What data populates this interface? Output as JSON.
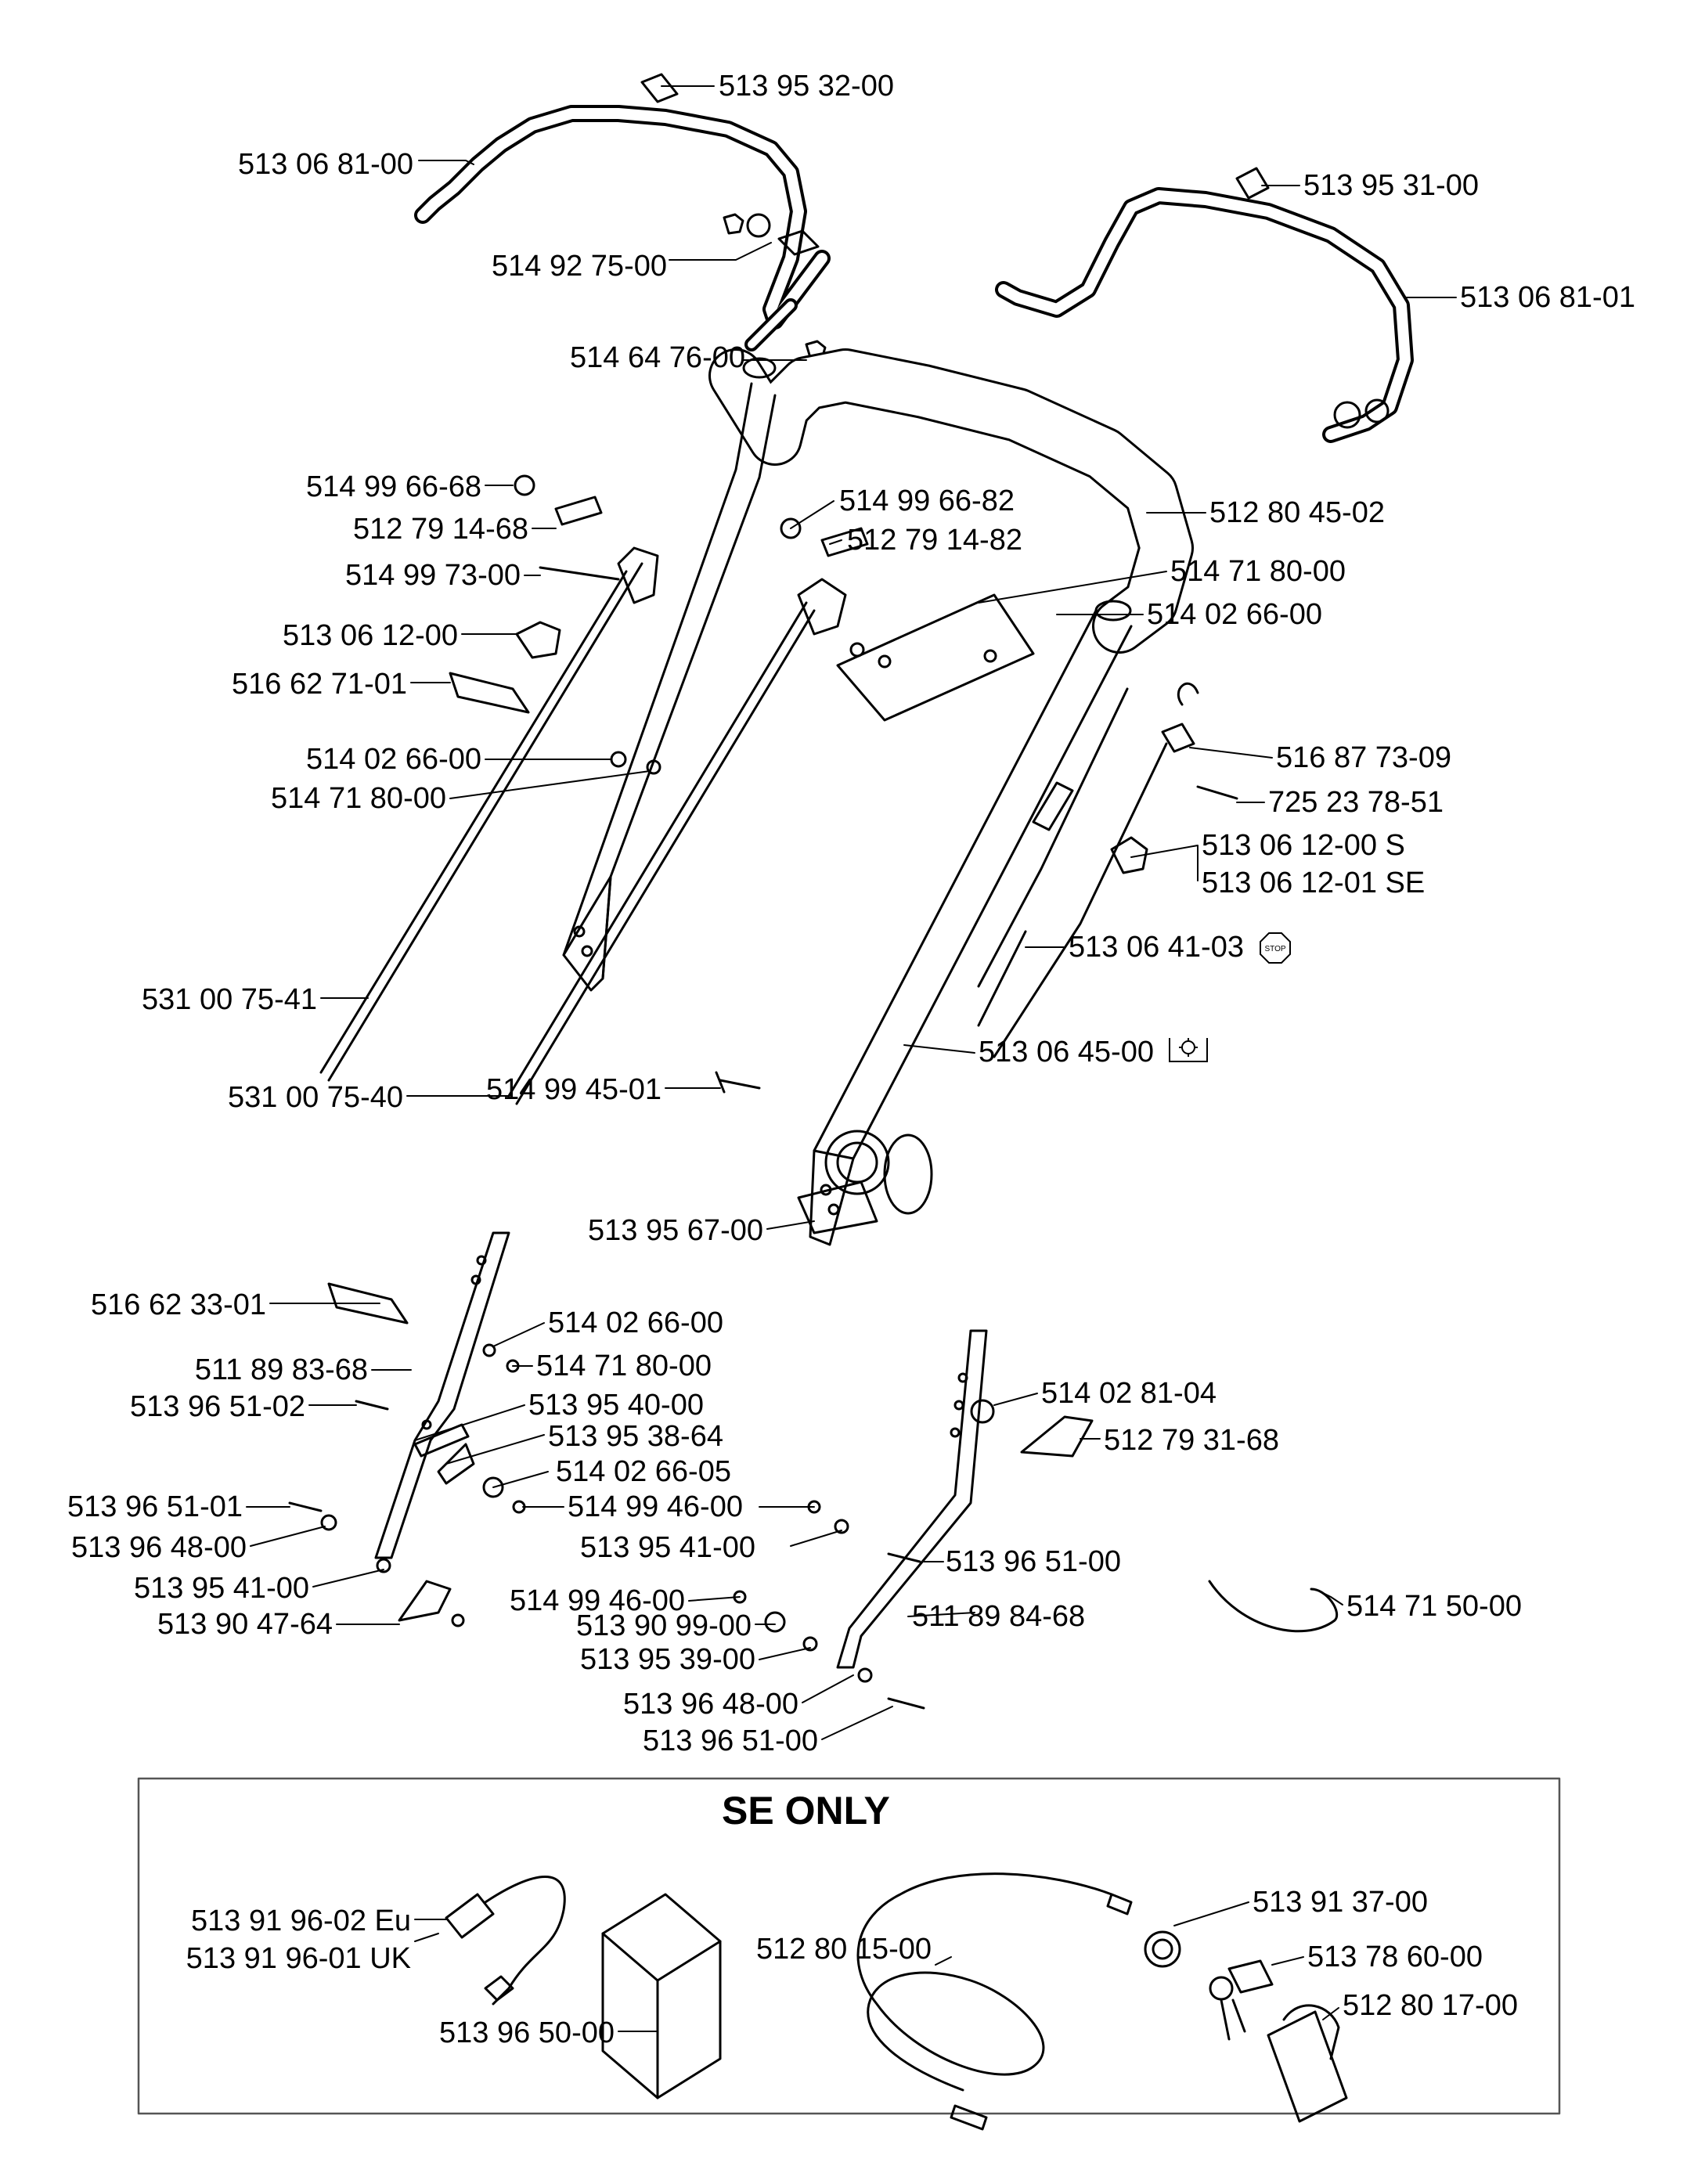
{
  "diagram": {
    "section_title": "SE ONLY",
    "stop_symbol_text": "STOP",
    "colors": {
      "line": "#000000",
      "background": "#ffffff",
      "box_border": "#555555"
    },
    "callouts": [
      {
        "id": "c01",
        "part": "513 95 32-00"
      },
      {
        "id": "c02",
        "part": "513 06 81-00"
      },
      {
        "id": "c03",
        "part": "514 92 75-00"
      },
      {
        "id": "c04",
        "part": "514 64 76-00"
      },
      {
        "id": "c05",
        "part": "513 95 31-00"
      },
      {
        "id": "c06",
        "part": "513 06 81-01"
      },
      {
        "id": "c07",
        "part": "514 99 66-68"
      },
      {
        "id": "c08",
        "part": "512 79 14-68"
      },
      {
        "id": "c09",
        "part": "514 99 73-00"
      },
      {
        "id": "c10",
        "part": "513 06 12-00"
      },
      {
        "id": "c11",
        "part": "516 62 71-01"
      },
      {
        "id": "c12",
        "part": "514 02 66-00"
      },
      {
        "id": "c13",
        "part": "514 71 80-00"
      },
      {
        "id": "c14",
        "part": "531 00 75-41"
      },
      {
        "id": "c15",
        "part": "531 00 75-40"
      },
      {
        "id": "c16",
        "part": "514 99 45-01"
      },
      {
        "id": "c17",
        "part": "514 99 66-82"
      },
      {
        "id": "c18",
        "part": "512 79 14-82"
      },
      {
        "id": "c19",
        "part": "512 80 45-02"
      },
      {
        "id": "c20",
        "part": "514 71 80-00"
      },
      {
        "id": "c21",
        "part": "514 02 66-00"
      },
      {
        "id": "c22",
        "part": "516 87 73-09"
      },
      {
        "id": "c23",
        "part": "725 23 78-51"
      },
      {
        "id": "c24",
        "part": "513 06 12-00 S"
      },
      {
        "id": "c25",
        "part": "513 06 12-01 SE"
      },
      {
        "id": "c26",
        "part": "513 06 41-03"
      },
      {
        "id": "c27",
        "part": "513 06 45-00"
      },
      {
        "id": "c28",
        "part": "513 95 67-00"
      },
      {
        "id": "c29",
        "part": "516 62 33-01"
      },
      {
        "id": "c30",
        "part": "511 89 83-68"
      },
      {
        "id": "c31",
        "part": "513 96 51-02"
      },
      {
        "id": "c32",
        "part": "513 96 51-01"
      },
      {
        "id": "c33",
        "part": "513 96 48-00"
      },
      {
        "id": "c34",
        "part": "513 95 41-00"
      },
      {
        "id": "c35",
        "part": "513 90 47-64"
      },
      {
        "id": "c36",
        "part": "514 02 66-00"
      },
      {
        "id": "c37",
        "part": "514 71 80-00"
      },
      {
        "id": "c38",
        "part": "513 95 40-00"
      },
      {
        "id": "c39",
        "part": "513 95 38-64"
      },
      {
        "id": "c40",
        "part": "514 02 66-05"
      },
      {
        "id": "c41",
        "part": "514 99 46-00"
      },
      {
        "id": "c42",
        "part": "513 95 41-00"
      },
      {
        "id": "c43",
        "part": "514 99 46-00"
      },
      {
        "id": "c44",
        "part": "513 90 99-00"
      },
      {
        "id": "c45",
        "part": "513 95 39-00"
      },
      {
        "id": "c46",
        "part": "513 96 48-00"
      },
      {
        "id": "c47",
        "part": "513 96 51-00"
      },
      {
        "id": "c48",
        "part": "514 02 81-04"
      },
      {
        "id": "c49",
        "part": "512 79 31-68"
      },
      {
        "id": "c50",
        "part": "513 96 51-00"
      },
      {
        "id": "c51",
        "part": "511 89 84-68"
      },
      {
        "id": "c52",
        "part": "514 71 50-00"
      },
      {
        "id": "c53",
        "part": "513 91 96-02 Eu"
      },
      {
        "id": "c54",
        "part": "513 91 96-01 UK"
      },
      {
        "id": "c55",
        "part": "513 96 50-00"
      },
      {
        "id": "c56",
        "part": "512 80 15-00"
      },
      {
        "id": "c57",
        "part": "513 91 37-00"
      },
      {
        "id": "c58",
        "part": "513 78 60-00"
      },
      {
        "id": "c59",
        "part": "512 80 17-00"
      }
    ]
  }
}
